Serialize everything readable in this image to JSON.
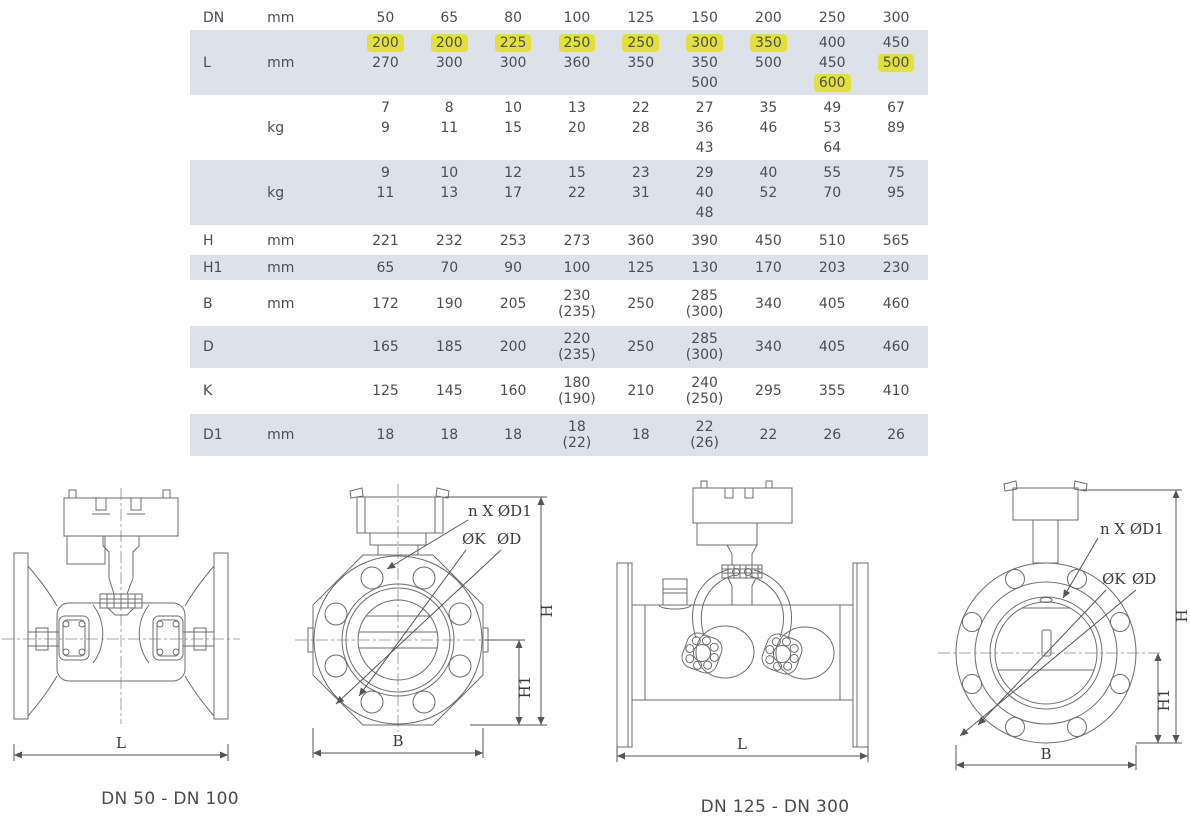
{
  "colors": {
    "row_shade": "#dde1ea",
    "highlight": "#e3e03e",
    "text": "#4b4d55",
    "drawing_line": "#6e6e6e"
  },
  "table": {
    "rows": [
      {
        "label": "DN",
        "unit": "mm",
        "cells": [
          [
            "50"
          ],
          [
            "65"
          ],
          [
            "80"
          ],
          [
            "100"
          ],
          [
            "125"
          ],
          [
            "150"
          ],
          [
            "200"
          ],
          [
            "250"
          ],
          [
            "300"
          ]
        ]
      },
      {
        "label": "L",
        "unit": "mm",
        "cells": [
          [
            {
              "t": "200",
              "h": true
            },
            "270"
          ],
          [
            {
              "t": "200",
              "h": true
            },
            "300"
          ],
          [
            {
              "t": "225",
              "h": true
            },
            "300"
          ],
          [
            {
              "t": "250",
              "h": true
            },
            "360"
          ],
          [
            {
              "t": "250",
              "h": true
            },
            "350"
          ],
          [
            {
              "t": "300",
              "h": true
            },
            "350",
            "500"
          ],
          [
            {
              "t": "350",
              "h": true
            },
            "500"
          ],
          [
            "400",
            "450",
            {
              "t": "600",
              "h": true
            }
          ],
          [
            "450",
            {
              "t": "500",
              "h": true
            }
          ]
        ]
      },
      {
        "label": "",
        "unit": "kg",
        "cells": [
          [
            "7",
            "9"
          ],
          [
            "8",
            "11"
          ],
          [
            "10",
            "15"
          ],
          [
            "13",
            "20"
          ],
          [
            "22",
            "28"
          ],
          [
            "27",
            "36",
            "43"
          ],
          [
            "35",
            "46"
          ],
          [
            "49",
            "53",
            "64"
          ],
          [
            "67",
            "89"
          ]
        ]
      },
      {
        "label": "",
        "unit": "kg",
        "cells": [
          [
            "9",
            "11"
          ],
          [
            "10",
            "13"
          ],
          [
            "12",
            "17"
          ],
          [
            "15",
            "22"
          ],
          [
            "23",
            "31"
          ],
          [
            "29",
            "40",
            "48"
          ],
          [
            "40",
            "52"
          ],
          [
            "55",
            "70"
          ],
          [
            "75",
            "95"
          ]
        ]
      },
      {
        "label": "H",
        "unit": "mm",
        "cells": [
          [
            "221"
          ],
          [
            "232"
          ],
          [
            "253"
          ],
          [
            "273"
          ],
          [
            "360"
          ],
          [
            "390"
          ],
          [
            "450"
          ],
          [
            "510"
          ],
          [
            "565"
          ]
        ]
      },
      {
        "label": "H1",
        "unit": "mm",
        "cells": [
          [
            "65"
          ],
          [
            "70"
          ],
          [
            "90"
          ],
          [
            "100"
          ],
          [
            "125"
          ],
          [
            "130"
          ],
          [
            "170"
          ],
          [
            "203"
          ],
          [
            "230"
          ]
        ]
      },
      {
        "label": "B",
        "unit": "mm",
        "cells": [
          [
            "172"
          ],
          [
            "190"
          ],
          [
            "205"
          ],
          [
            "230",
            "(235)"
          ],
          [
            "250"
          ],
          [
            "285",
            "(300)"
          ],
          [
            "340"
          ],
          [
            "405"
          ],
          [
            "460"
          ]
        ]
      },
      {
        "label": "D",
        "unit": "",
        "cells": [
          [
            "165"
          ],
          [
            "185"
          ],
          [
            "200"
          ],
          [
            "220",
            "(235)"
          ],
          [
            "250"
          ],
          [
            "285",
            "(300)"
          ],
          [
            "340"
          ],
          [
            "405"
          ],
          [
            "460"
          ]
        ]
      },
      {
        "label": "K",
        "unit": "",
        "cells": [
          [
            "125"
          ],
          [
            "145"
          ],
          [
            "160"
          ],
          [
            "180",
            "(190)"
          ],
          [
            "210"
          ],
          [
            "240",
            "(250)"
          ],
          [
            "295"
          ],
          [
            "355"
          ],
          [
            "410"
          ]
        ]
      },
      {
        "label": "D1",
        "unit": "mm",
        "cells": [
          [
            "18"
          ],
          [
            "18"
          ],
          [
            "18"
          ],
          [
            "18",
            "(22)"
          ],
          [
            "18"
          ],
          [
            "22",
            "(26)"
          ],
          [
            "22"
          ],
          [
            "26"
          ],
          [
            "26"
          ]
        ]
      }
    ]
  },
  "drawings": {
    "view1": {
      "dim_l": "L",
      "caption": "DN 50 - DN 100"
    },
    "view2": {
      "label_bolts": "n X ØD1",
      "label_k": "ØK",
      "label_d": "ØD",
      "dim_h": "H",
      "dim_h1": "H1",
      "dim_b": "B"
    },
    "view3": {
      "dim_l": "L",
      "caption": "DN 125 - DN 300"
    },
    "view4": {
      "label_bolts": "n X ØD1",
      "label_k": "ØK",
      "label_d": "ØD",
      "dim_h": "H",
      "dim_h1": "H1",
      "dim_b": "B"
    }
  }
}
